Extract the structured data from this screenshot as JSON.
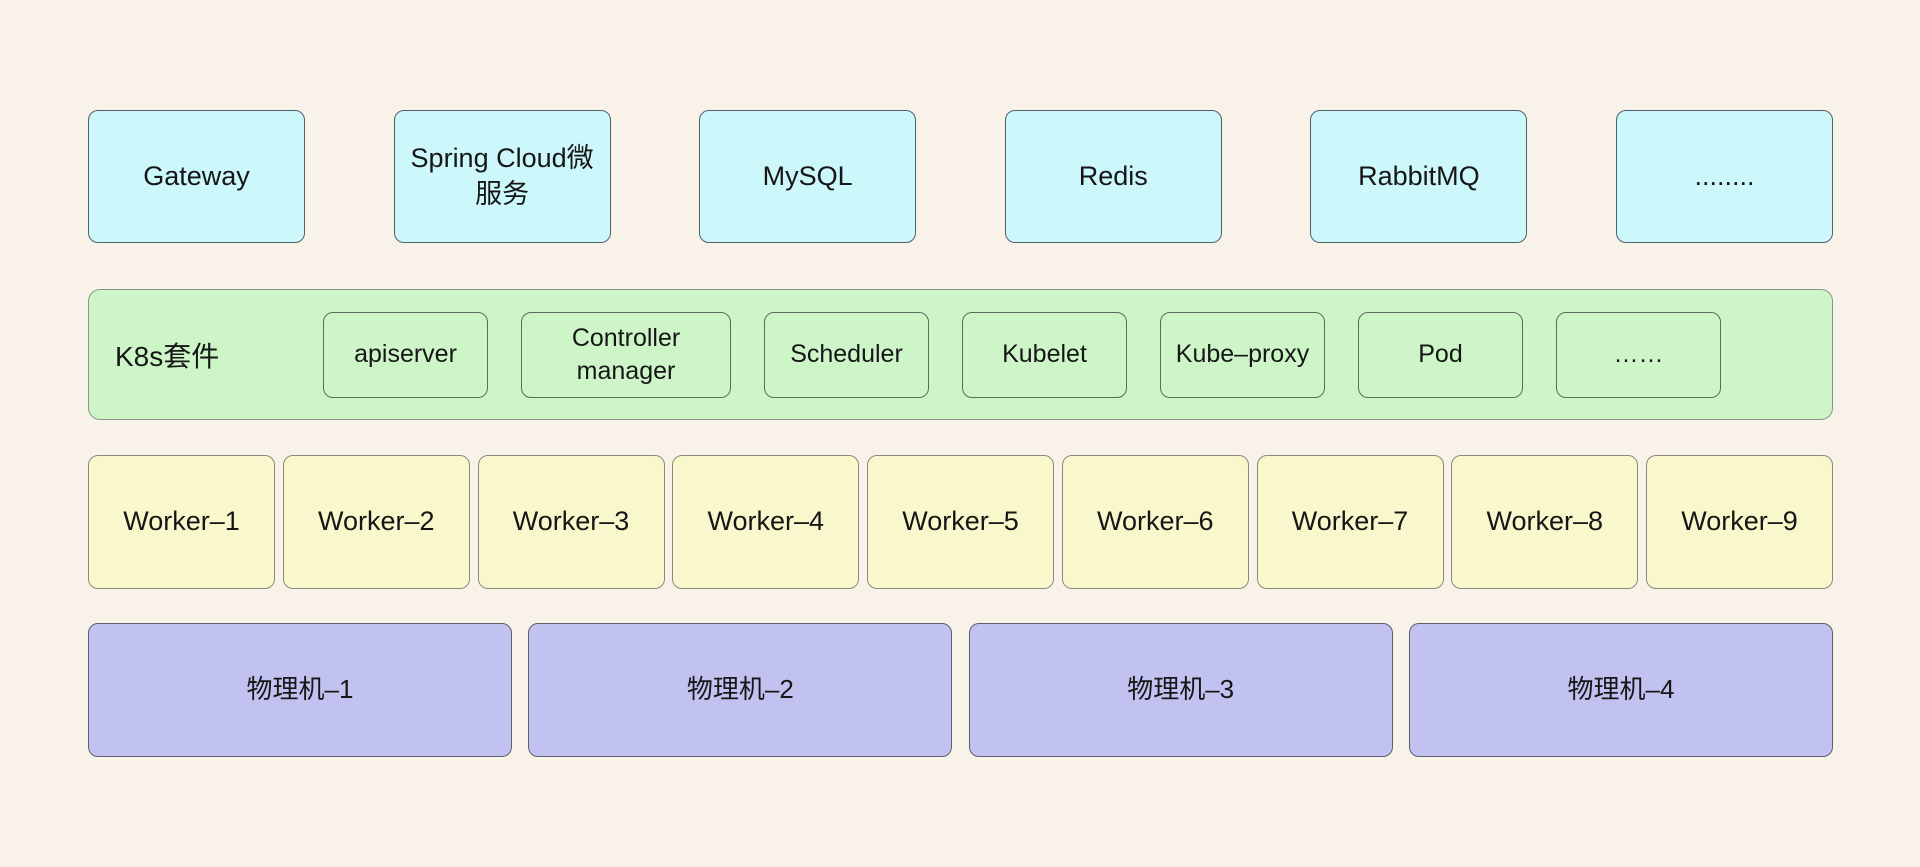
{
  "colors": {
    "background": "#f9f2e9",
    "service_box": "#ccf7fb",
    "k8s_container": "#cdf5c8",
    "worker_box": "#f9f8cd",
    "machine_box": "#c2c2f0",
    "text": "#161616"
  },
  "services": {
    "items": [
      "Gateway",
      "Spring Cloud微服务",
      "MySQL",
      "Redis",
      "RabbitMQ",
      "........"
    ]
  },
  "k8s": {
    "label": "K8s套件",
    "items": [
      "apiserver",
      "Controller manager",
      "Scheduler",
      "Kubelet",
      "Kube–proxy",
      "Pod",
      "……"
    ]
  },
  "workers": {
    "items": [
      "Worker–1",
      "Worker–2",
      "Worker–3",
      "Worker–4",
      "Worker–5",
      "Worker–6",
      "Worker–7",
      "Worker–8",
      "Worker–9"
    ]
  },
  "machines": {
    "items": [
      "物理机–1",
      "物理机–2",
      "物理机–3",
      "物理机–4"
    ]
  }
}
